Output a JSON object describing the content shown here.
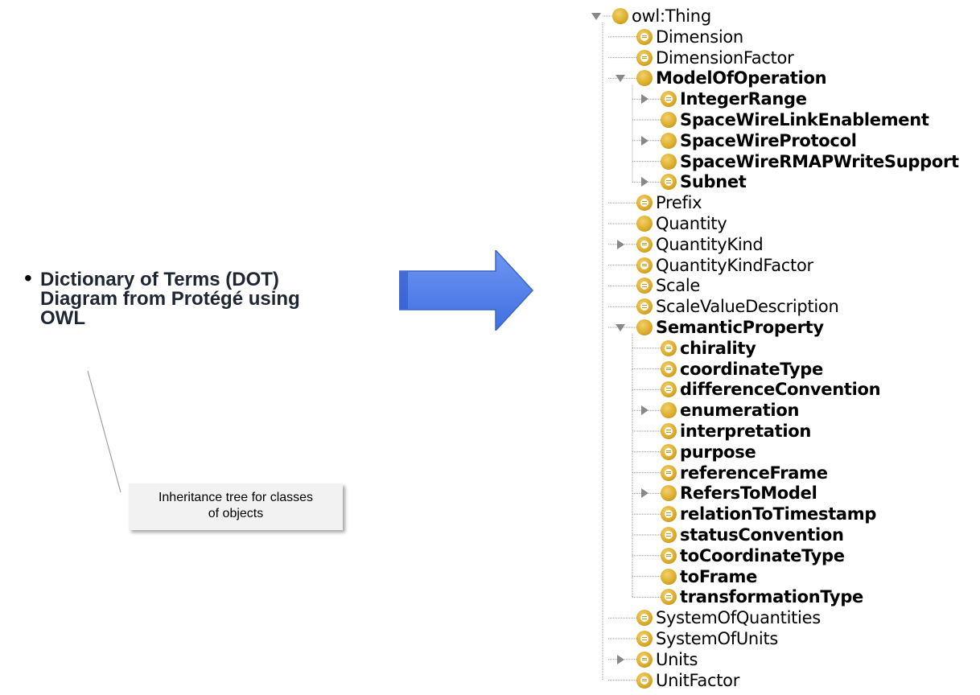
{
  "bullet": {
    "text": "Dictionary of Terms (DOT)\nDiagram from Protégé using\nOWL"
  },
  "callout": {
    "text": "Inheritance tree for classes\nof objects"
  },
  "tree": [
    {
      "label": "owl:Thing",
      "depth": 0,
      "toggle": "expanded",
      "defined": false,
      "bold": false
    },
    {
      "label": "Dimension",
      "depth": 1,
      "toggle": "none",
      "defined": true,
      "bold": false
    },
    {
      "label": "DimensionFactor",
      "depth": 1,
      "toggle": "none",
      "defined": true,
      "bold": false
    },
    {
      "label": "ModelOfOperation",
      "depth": 1,
      "toggle": "expanded",
      "defined": false,
      "bold": true
    },
    {
      "label": "IntegerRange",
      "depth": 2,
      "toggle": "collapsed",
      "defined": true,
      "bold": true
    },
    {
      "label": "SpaceWireLinkEnablement",
      "depth": 2,
      "toggle": "none",
      "defined": false,
      "bold": true
    },
    {
      "label": "SpaceWireProtocol",
      "depth": 2,
      "toggle": "collapsed",
      "defined": false,
      "bold": true
    },
    {
      "label": "SpaceWireRMAPWriteSupport",
      "depth": 2,
      "toggle": "none",
      "defined": false,
      "bold": true
    },
    {
      "label": "Subnet",
      "depth": 2,
      "toggle": "collapsed",
      "defined": true,
      "bold": true
    },
    {
      "label": "Prefix",
      "depth": 1,
      "toggle": "none",
      "defined": true,
      "bold": false
    },
    {
      "label": "Quantity",
      "depth": 1,
      "toggle": "none",
      "defined": false,
      "bold": false
    },
    {
      "label": "QuantityKind",
      "depth": 1,
      "toggle": "collapsed",
      "defined": true,
      "bold": false
    },
    {
      "label": "QuantityKindFactor",
      "depth": 1,
      "toggle": "none",
      "defined": true,
      "bold": false
    },
    {
      "label": "Scale",
      "depth": 1,
      "toggle": "none",
      "defined": true,
      "bold": false
    },
    {
      "label": "ScaleValueDescription",
      "depth": 1,
      "toggle": "none",
      "defined": true,
      "bold": false
    },
    {
      "label": "SemanticProperty",
      "depth": 1,
      "toggle": "expanded",
      "defined": false,
      "bold": true
    },
    {
      "label": "chirality",
      "depth": 2,
      "toggle": "none",
      "defined": true,
      "bold": true
    },
    {
      "label": "coordinateType",
      "depth": 2,
      "toggle": "none",
      "defined": true,
      "bold": true
    },
    {
      "label": "differenceConvention",
      "depth": 2,
      "toggle": "none",
      "defined": true,
      "bold": true
    },
    {
      "label": "enumeration",
      "depth": 2,
      "toggle": "collapsed",
      "defined": false,
      "bold": true
    },
    {
      "label": "interpretation",
      "depth": 2,
      "toggle": "none",
      "defined": true,
      "bold": true
    },
    {
      "label": "purpose",
      "depth": 2,
      "toggle": "none",
      "defined": true,
      "bold": true
    },
    {
      "label": "referenceFrame",
      "depth": 2,
      "toggle": "none",
      "defined": true,
      "bold": true
    },
    {
      "label": "RefersToModel",
      "depth": 2,
      "toggle": "collapsed",
      "defined": false,
      "bold": true
    },
    {
      "label": "relationToTimestamp",
      "depth": 2,
      "toggle": "none",
      "defined": true,
      "bold": true
    },
    {
      "label": "statusConvention",
      "depth": 2,
      "toggle": "none",
      "defined": true,
      "bold": true
    },
    {
      "label": "toCoordinateType",
      "depth": 2,
      "toggle": "none",
      "defined": true,
      "bold": true
    },
    {
      "label": "toFrame",
      "depth": 2,
      "toggle": "none",
      "defined": false,
      "bold": true
    },
    {
      "label": "transformationType",
      "depth": 2,
      "toggle": "none",
      "defined": true,
      "bold": true
    },
    {
      "label": "SystemOfQuantities",
      "depth": 1,
      "toggle": "none",
      "defined": true,
      "bold": false
    },
    {
      "label": "SystemOfUnits",
      "depth": 1,
      "toggle": "none",
      "defined": true,
      "bold": false
    },
    {
      "label": "Units",
      "depth": 1,
      "toggle": "collapsed",
      "defined": true,
      "bold": false
    },
    {
      "label": "UnitFactor",
      "depth": 1,
      "toggle": "none",
      "defined": true,
      "bold": false
    }
  ]
}
